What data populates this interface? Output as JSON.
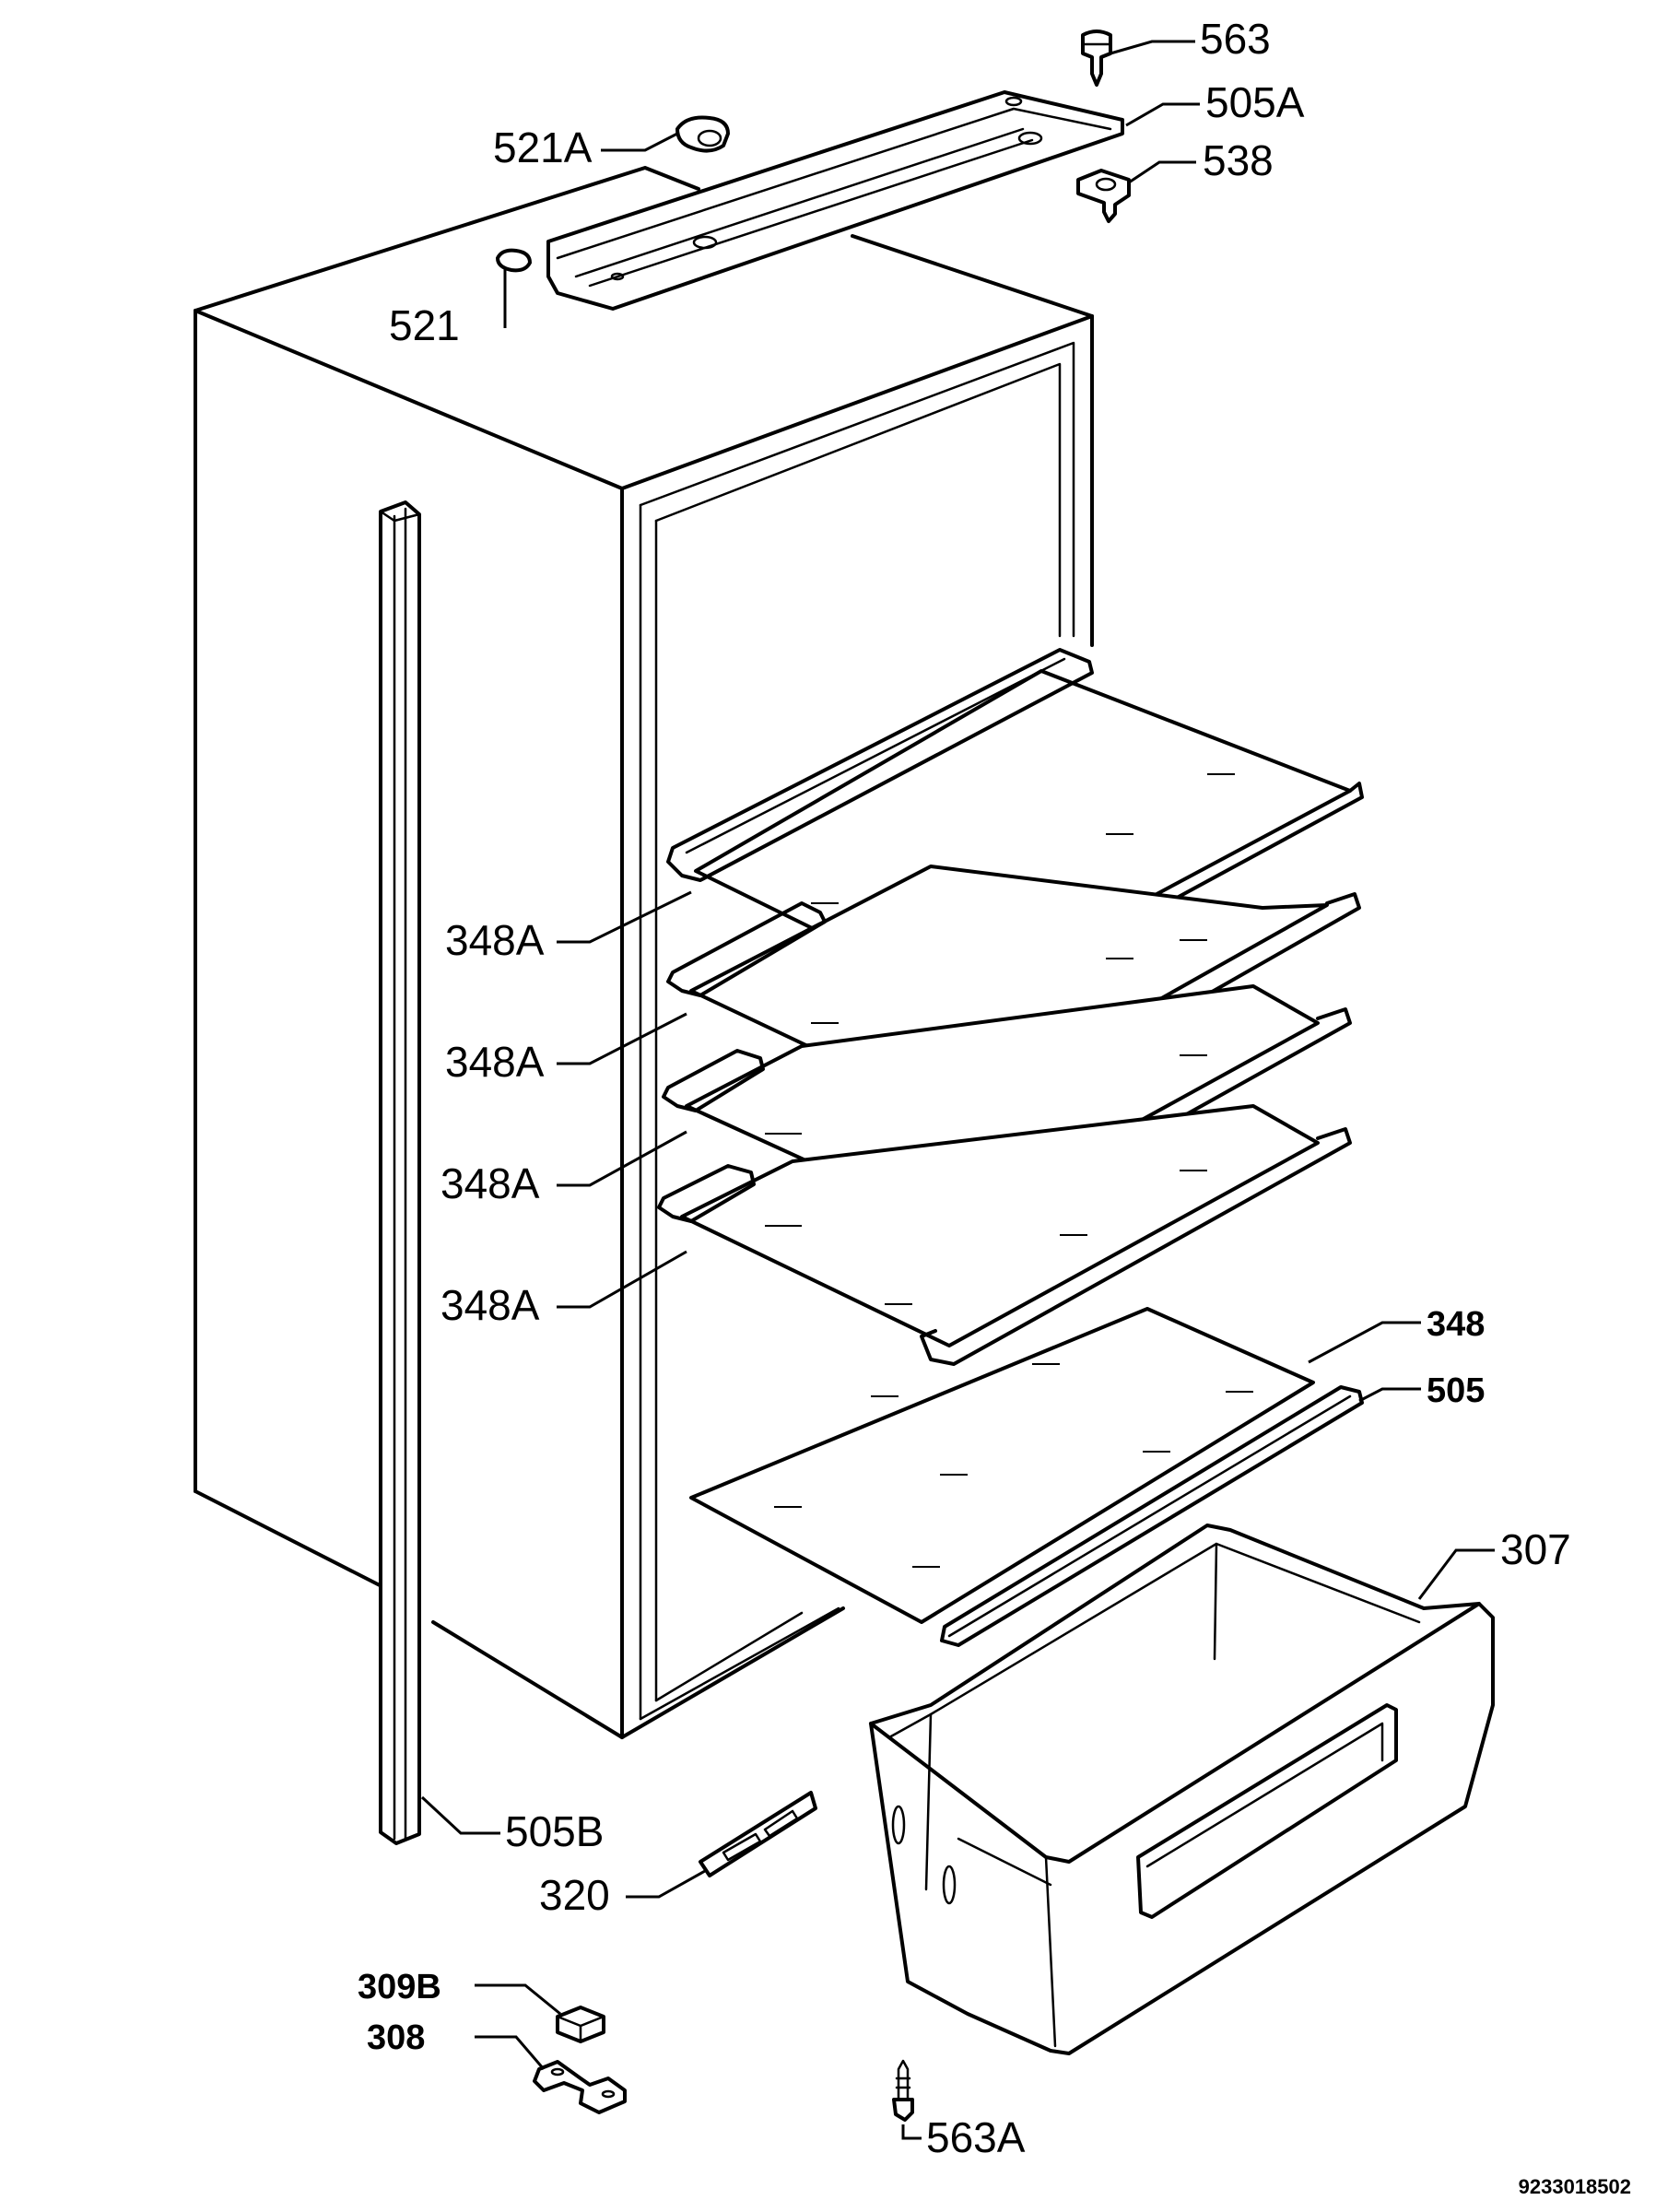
{
  "labels": {
    "p563": "563",
    "p505a": "505A",
    "p521a": "521A",
    "p538": "538",
    "p521": "521",
    "p348a_1": "348A",
    "p348a_2": "348A",
    "p348a_3": "348A",
    "p348a_4": "348A",
    "p348": "348",
    "p505": "505",
    "p307": "307",
    "p505b": "505B",
    "p320": "320",
    "p309b": "309B",
    "p308": "308",
    "p563a": "563A"
  },
  "drawing_number": "9233018502"
}
